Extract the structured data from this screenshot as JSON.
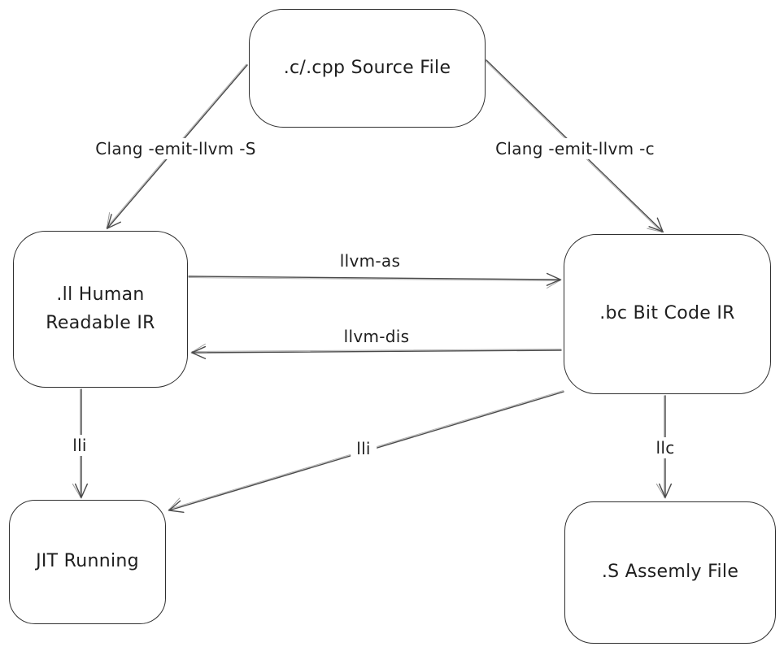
{
  "nodes": {
    "source": {
      "label": ".c/.cpp Source File"
    },
    "ll": {
      "lines": [
        ".ll Human",
        "Readable IR"
      ]
    },
    "bc": {
      "label": ".bc Bit Code IR"
    },
    "jit": {
      "label": "JIT Running"
    },
    "asm": {
      "label": ".S Assemly File"
    }
  },
  "edges": {
    "clang_s": {
      "label": "Clang -emit-llvm -S"
    },
    "clang_c": {
      "label": "Clang -emit-llvm -c"
    },
    "llvm_as": {
      "label": "llvm-as"
    },
    "llvm_dis": {
      "label": "llvm-dis"
    },
    "lli_left": {
      "label": "lli"
    },
    "lli_diag": {
      "label": "lli"
    },
    "llc": {
      "label": "llc"
    }
  },
  "colors": {
    "node_stroke": "#2f2f2f",
    "arrow_stroke": "#4a4a4a",
    "text": "#1e1e1e",
    "background": "#ffffff"
  }
}
